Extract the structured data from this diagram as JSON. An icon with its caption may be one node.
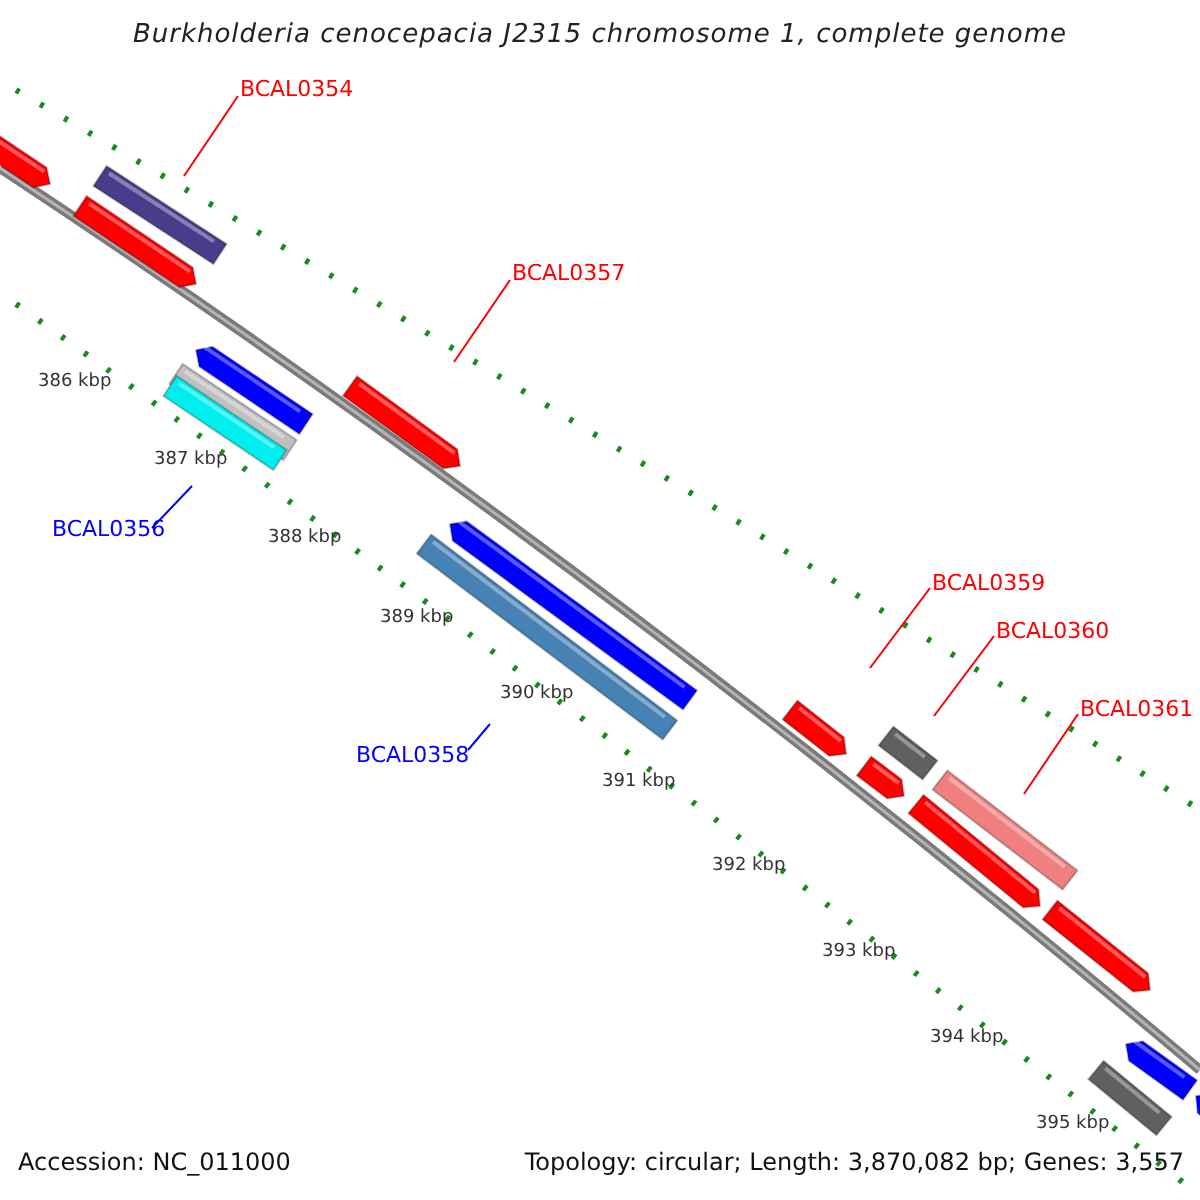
{
  "diagram": {
    "title": "Burkholderia cenocepacia J2315 chromosome 1, complete genome",
    "nodes": [
      {
        "text": [
          "BCAL0354"
        ]
      },
      {
        "text": [
          "BCAL0357"
        ]
      },
      {
        "text": [
          "BCAL0356"
        ]
      },
      {
        "text": [
          "BCAL0359"
        ]
      },
      {
        "text": [
          "BCAL0360"
        ]
      },
      {
        "text": [
          "BCAL0361"
        ]
      },
      {
        "text": [
          "BCAL0358"
        ]
      }
    ],
    "edges": [
      {
        "from": 0,
        "to": null,
        "arrow": "none",
        "color": "#ff0000"
      },
      {
        "from": 1,
        "to": null,
        "arrow": "none",
        "color": "#ff0000"
      },
      {
        "from": 2,
        "to": null,
        "arrow": "none",
        "color": "#0000ff"
      },
      {
        "from": 3,
        "to": null,
        "arrow": "none",
        "color": "#ff0000"
      },
      {
        "from": 4,
        "to": null,
        "arrow": "none",
        "color": "#ff0000"
      },
      {
        "from": 5,
        "to": null,
        "arrow": "none",
        "color": "#ff0000"
      },
      {
        "from": 6,
        "to": null,
        "arrow": "none",
        "color": "#0000ff"
      }
    ],
    "labels": [
      "386 kbp",
      "387 kbp",
      "388 kbp",
      "389 kbp",
      "390 kbp",
      "391 kbp",
      "392 kbp",
      "393 kbp",
      "394 kbp",
      "395 kbp",
      "Accession: NC_011000",
      "Topology: circular; Length: 3,870,082 bp; Genes: 3,557"
    ]
  }
}
